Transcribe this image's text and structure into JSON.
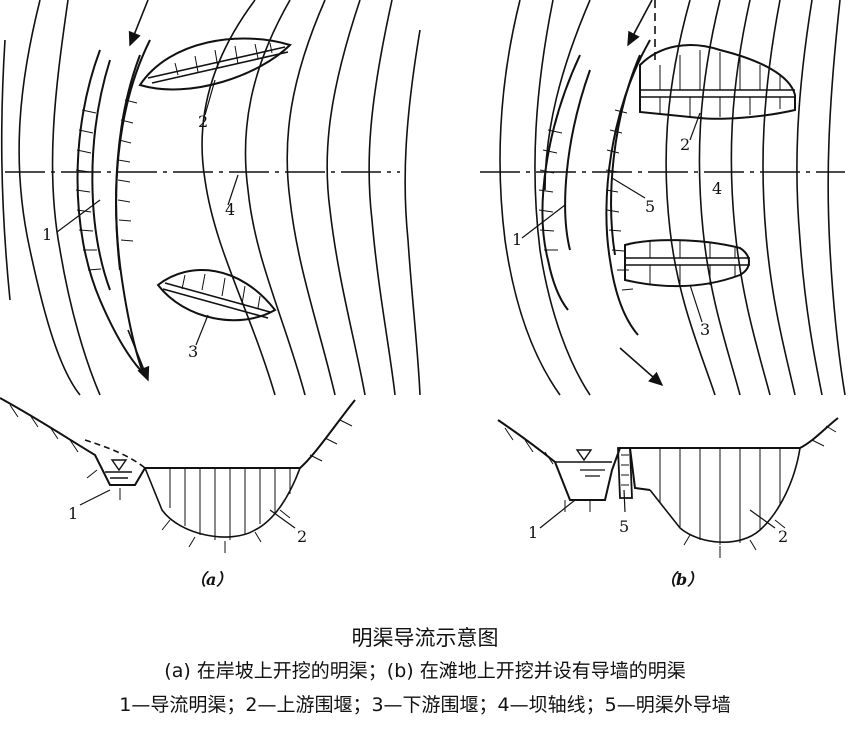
{
  "figure": {
    "panel_a": {
      "label": "（a）",
      "plan_labels": [
        "1",
        "2",
        "3",
        "4"
      ],
      "section_labels": [
        "1",
        "2"
      ]
    },
    "panel_b": {
      "label": "（b）",
      "plan_labels": [
        "1",
        "2",
        "3",
        "4",
        "5"
      ],
      "section_labels": [
        "1",
        "5",
        "2"
      ]
    }
  },
  "caption": {
    "title": "明渠导流示意图",
    "line1": "(a) 在岸坡上开挖的明渠；(b) 在滩地上开挖并设有导墙的明渠",
    "line2": "1—导流明渠；2—上游围堰；3—下游围堰；4—坝轴线；5—明渠外导墙"
  }
}
